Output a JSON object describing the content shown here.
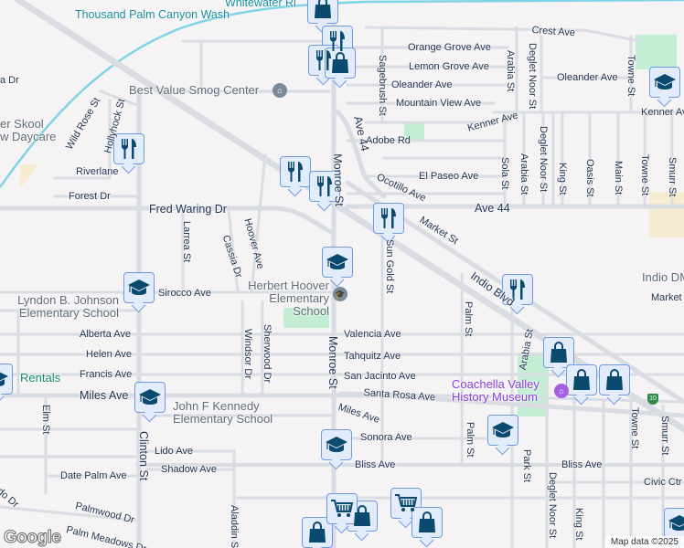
{
  "map": {
    "water_labels": [
      "Thousand Palm Canyon Wash",
      "Whitewater Ri"
    ],
    "poi_labels": {
      "smog": "Best Value Smog Center",
      "daycare_1": "er Skool",
      "daycare_2": "w Daycare",
      "hoover_school": "Herbert Hoover Elementary School",
      "lbj_school": "Lyndon B. Johnson Elementary School",
      "jfk_school": "John F Kennedy Elementary School",
      "rentals": "Rentals",
      "museum": "Coachella Valley History Museum",
      "indio_dmv": "Indio DM"
    },
    "streets": [
      "Crest Ave",
      "Orange Grove Ave",
      "Lemon Grove Ave",
      "Oleander Ave",
      "Oleander Ave",
      "Mountain View Ave",
      "Kenner Ave",
      "Kenner Ave",
      "Adobe Rd",
      "El Paseo Ave",
      "Ocotillo Ave",
      "Ave 44",
      "Market St",
      "Sagebrush St",
      "Arabia St",
      "Deglet Noor St",
      "Towne St",
      "Sola St",
      "Arabia St",
      "Deglet Noor St",
      "King St",
      "Oasis St",
      "Main St",
      "Towne St",
      "Smurr St",
      "Ave 44",
      "Monroe St",
      "a Dr",
      "Wild Rose St",
      "Hollyhock St",
      "Riverlane",
      "Forest Dr",
      "Fred Waring Dr",
      "Larrea St",
      "Hoover Ave",
      "Cassia Dr",
      "Sun Gold St",
      "Indio Blvd",
      "Palm St",
      "Market",
      "Sirocco Ave",
      "Alberta Ave",
      "Helen Ave",
      "Francis Ave",
      "Miles Ave",
      "Windsor Dr",
      "Sherwood Dr",
      "Monroe St",
      "Valencia Ave",
      "Tahquitz Ave",
      "San Jacinto Ave",
      "Santa Rosa Ave",
      "Miles Ave",
      "Sonora Ave",
      "Bliss Ave",
      "Elm St",
      "Clinton St",
      "Lido Ave",
      "Shadow Ave",
      "Date Palm Ave",
      "Palmwood Dr",
      "Palm Meadows Dr",
      "do Dr",
      "Aladdin St",
      "Palm St",
      "Arabia St",
      "Park St",
      "Deglet Noor St",
      "King St",
      "Towne St",
      "Smurr St",
      "Bliss Ave",
      "Civic Ctr"
    ],
    "highway_shield": "10",
    "markers": [
      {
        "type": "shopping",
        "icon": "shopping-bag-icon"
      },
      {
        "type": "restaurant",
        "icon": "fork-knife-icon"
      },
      {
        "type": "restaurant",
        "icon": "fork-knife-icon"
      },
      {
        "type": "shopping",
        "icon": "shopping-bag-icon"
      },
      {
        "type": "restaurant",
        "icon": "fork-knife-icon"
      },
      {
        "type": "restaurant",
        "icon": "fork-knife-icon"
      },
      {
        "type": "restaurant",
        "icon": "fork-knife-icon"
      },
      {
        "type": "restaurant",
        "icon": "fork-knife-icon"
      },
      {
        "type": "school",
        "icon": "graduation-cap-icon"
      },
      {
        "type": "school",
        "icon": "graduation-cap-icon"
      },
      {
        "type": "school",
        "icon": "graduation-cap-icon"
      },
      {
        "type": "restaurant",
        "icon": "fork-knife-icon"
      },
      {
        "type": "school",
        "icon": "graduation-cap-icon"
      },
      {
        "type": "school",
        "icon": "graduation-cap-icon"
      },
      {
        "type": "shopping",
        "icon": "shopping-bag-icon"
      },
      {
        "type": "shopping",
        "icon": "shopping-bag-icon"
      },
      {
        "type": "shopping",
        "icon": "shopping-bag-icon"
      },
      {
        "type": "school",
        "icon": "graduation-cap-icon"
      },
      {
        "type": "school",
        "icon": "graduation-cap-icon"
      },
      {
        "type": "shopping",
        "icon": "shopping-bag-icon"
      },
      {
        "type": "grocery",
        "icon": "shopping-cart-icon"
      },
      {
        "type": "shopping",
        "icon": "shopping-bag-icon"
      },
      {
        "type": "shopping",
        "icon": "shopping-bag-icon"
      },
      {
        "type": "grocery",
        "icon": "shopping-cart-icon"
      },
      {
        "type": "school",
        "icon": "graduation-cap-icon"
      }
    ],
    "colors": {
      "marker_fill": "#e3ecfb",
      "marker_border": "#6e9be0",
      "icon": "#0b4a6f",
      "water": "#7fd3e6",
      "park": "#c4eed3",
      "road": "#d9dde3"
    },
    "google_logo": "Google",
    "attribution": "Map data ©2025"
  }
}
